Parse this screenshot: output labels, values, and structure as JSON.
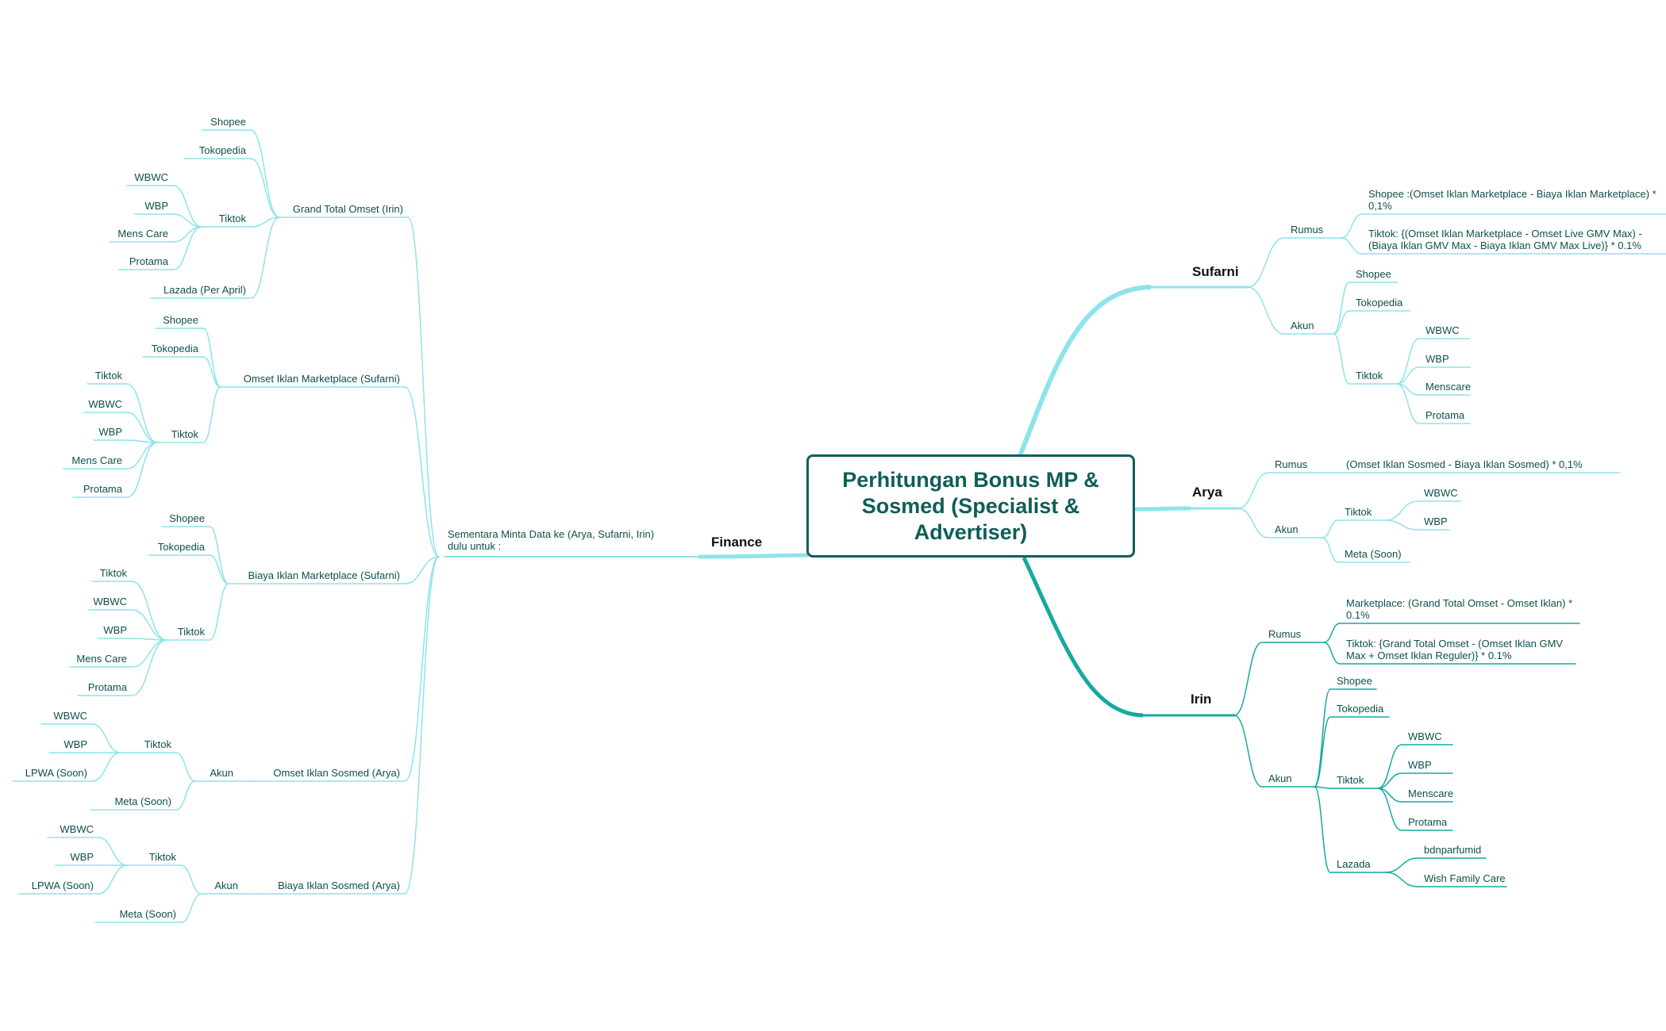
{
  "central": "Perhitungan Bonus MP & Sosmed (Specialist & Advertiser)",
  "colors": {
    "light": "#8ee3ea",
    "teal": "#14aaa0",
    "text": "#0e4f4c",
    "dark": "#0f5e58"
  },
  "finance": {
    "title": "Finance",
    "note": "Sementara Minta Data ke (Arya, Sufarni, Irin) dulu untuk :",
    "grand_total": {
      "label": "Grand Total Omset (Irin)",
      "shopee": "Shopee",
      "tokopedia": "Tokopedia",
      "tiktok": {
        "label": "Tiktok",
        "items": [
          "WBWC",
          "WBP",
          "Mens Care",
          "Protama"
        ]
      },
      "lazada": "Lazada (Per April)"
    },
    "omset_mp": {
      "label": "Omset Iklan Marketplace (Sufarni)",
      "shopee": "Shopee",
      "tokopedia": "Tokopedia",
      "tiktok": {
        "label": "Tiktok",
        "items": [
          "Tiktok",
          "WBWC",
          "WBP",
          "Mens Care",
          "Protama"
        ]
      }
    },
    "biaya_mp": {
      "label": "Biaya Iklan Marketplace (Sufarni)",
      "shopee": "Shopee",
      "tokopedia": "Tokopedia",
      "tiktok": {
        "label": "Tiktok",
        "items": [
          "Tiktok",
          "WBWC",
          "WBP",
          "Mens Care",
          "Protama"
        ]
      }
    },
    "omset_sosmed": {
      "label": "Omset Iklan Sosmed (Arya)",
      "akun": "Akun",
      "tiktok": {
        "label": "Tiktok",
        "items": [
          "WBWC",
          "WBP",
          "LPWA (Soon)"
        ]
      },
      "meta": "Meta (Soon)"
    },
    "biaya_sosmed": {
      "label": "Biaya Iklan Sosmed (Arya)",
      "akun": "Akun",
      "tiktok": {
        "label": "Tiktok",
        "items": [
          "WBWC",
          "WBP",
          "LPWA (Soon)"
        ]
      },
      "meta": "Meta (Soon)"
    }
  },
  "sufarni": {
    "title": "Sufarni",
    "rumus": {
      "label": "Rumus",
      "shopee": "Shopee :(Omset Iklan Marketplace - Biaya Iklan Marketplace) * 0,1%",
      "tiktok": "Tiktok: {(Omset Iklan Marketplace - Omset Live GMV Max) - (Biaya Iklan GMV Max - Biaya Iklan GMV Max Live)} * 0.1%"
    },
    "akun": {
      "label": "Akun",
      "shopee": "Shopee",
      "tokopedia": "Tokopedia",
      "tiktok": {
        "label": "Tiktok",
        "items": [
          "WBWC",
          "WBP",
          "Menscare",
          "Protama"
        ]
      }
    }
  },
  "arya": {
    "title": "Arya",
    "rumus": {
      "label": "Rumus",
      "formula": "(Omset Iklan Sosmed - Biaya Iklan Sosmed) * 0,1%"
    },
    "akun": {
      "label": "Akun",
      "tiktok": {
        "label": "Tiktok",
        "items": [
          "WBWC",
          "WBP"
        ]
      },
      "meta": "Meta (Soon)"
    }
  },
  "irin": {
    "title": "Irin",
    "rumus": {
      "label": "Rumus",
      "marketplace": "Marketplace: (Grand Total Omset - Omset Iklan) * 0.1%",
      "tiktok": "Tiktok: {Grand Total Omset - (Omset Iklan GMV Max + Omset Iklan Reguler)} * 0.1%"
    },
    "akun": {
      "label": "Akun",
      "shopee": "Shopee",
      "tokopedia": "Tokopedia",
      "tiktok": {
        "label": "Tiktok",
        "items": [
          "WBWC",
          "WBP",
          "Menscare",
          "Protama"
        ]
      },
      "lazada": {
        "label": "Lazada",
        "items": [
          "bdnparfumid",
          "Wish Family Care"
        ]
      }
    }
  }
}
